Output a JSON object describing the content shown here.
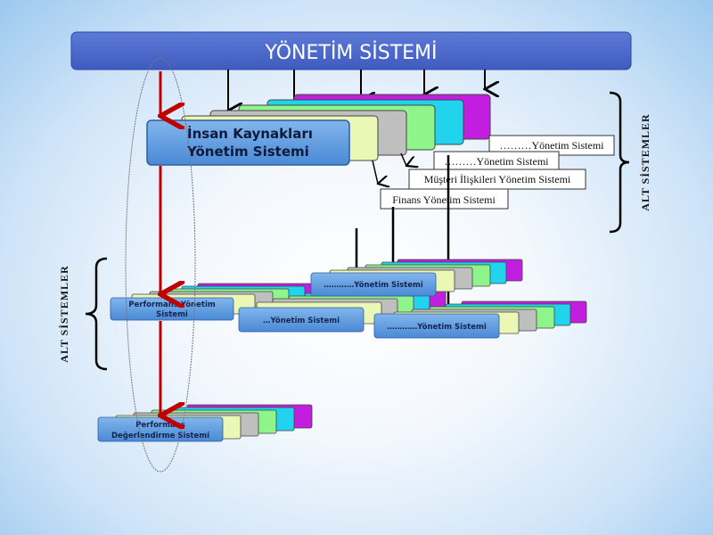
{
  "title": "YÖNETİM SİSTEMİ",
  "main_box": {
    "line1": "İnsan Kaynakları",
    "line2": "Yönetim Sistemi"
  },
  "labels": [
    "………Yönetim Sistemi",
    "………Yönetim Sistemi",
    "Müşteri İlişkileri Yönetim Sistemi",
    "Finans Yönetim Sistemi"
  ],
  "right_side_label": "ALT SİSTEMLER",
  "left_side_label": "ALT SİSTEMLER",
  "level2": {
    "perf_mgmt": {
      "line1": "Performans Yönetim",
      "line2": "Sistemi"
    },
    "mid": "…Yönetim Sistemi",
    "top_right": "…………Yönetim Sistemi",
    "right": "…………Yönetim Sistemi"
  },
  "level3": {
    "line1": "Performans",
    "line2": "Değerlendirme Sistemi"
  },
  "colors": {
    "title_bar": "#4a67c9",
    "main_box": "#5b9bd5",
    "magenta": "#c21ee0",
    "cyan": "#22d3ee",
    "green": "#8ef58a",
    "gray": "#bfbfbf",
    "yellow": "#eaf7b5",
    "red_arrow": "#c00000"
  }
}
